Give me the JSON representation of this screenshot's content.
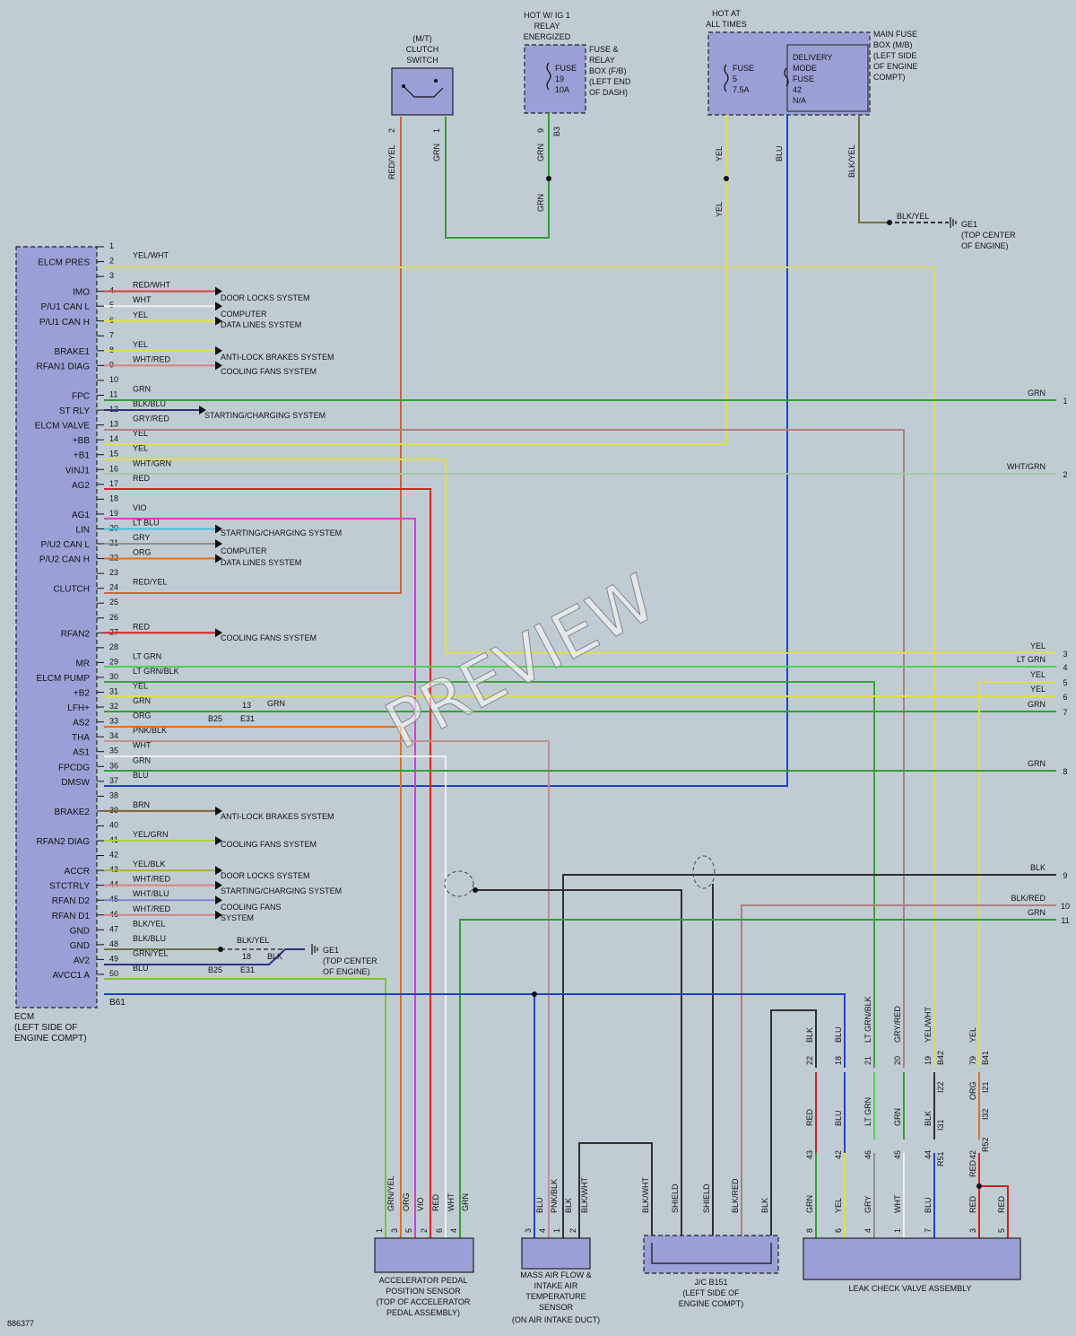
{
  "diagram_id": "886377",
  "watermark": "PREVIEW",
  "ecm": {
    "label": [
      "ECM",
      "(LEFT SIDE OF",
      "ENGINE COMPT)"
    ],
    "connector": "B61",
    "pins": [
      {
        "pin": "1",
        "name": "",
        "wire": "",
        "color": "#c0ccd4"
      },
      {
        "pin": "2",
        "name": "ELCM PRES",
        "wire": "YEL/WHT",
        "color": "#d8d870"
      },
      {
        "pin": "3",
        "name": "",
        "wire": "",
        "color": "#c0ccd4"
      },
      {
        "pin": "4",
        "name": "IMO",
        "wire": "RED/WHT",
        "color": "#d84040"
      },
      {
        "pin": "5",
        "name": "P/U1 CAN L",
        "wire": "WHT",
        "color": "#f0f0f0"
      },
      {
        "pin": "6",
        "name": "P/U1 CAN H",
        "wire": "YEL",
        "color": "#e0e040"
      },
      {
        "pin": "7",
        "name": "",
        "wire": "",
        "color": "#c0ccd4"
      },
      {
        "pin": "8",
        "name": "BRAKE1",
        "wire": "YEL",
        "color": "#e0e040"
      },
      {
        "pin": "9",
        "name": "RFAN1 DIAG",
        "wire": "WHT/RED",
        "color": "#d88080"
      },
      {
        "pin": "10",
        "name": "",
        "wire": "",
        "color": "#c0ccd4"
      },
      {
        "pin": "11",
        "name": "FPC",
        "wire": "GRN",
        "color": "#30a030"
      },
      {
        "pin": "12",
        "name": "ST RLY",
        "wire": "BLK/BLU",
        "color": "#303080"
      },
      {
        "pin": "13",
        "name": "ELCM VALVE",
        "wire": "GRY/RED",
        "color": "#b08080"
      },
      {
        "pin": "14",
        "name": "+BB",
        "wire": "YEL",
        "color": "#e0e040"
      },
      {
        "pin": "15",
        "name": "+B1",
        "wire": "YEL",
        "color": "#e0e040"
      },
      {
        "pin": "16",
        "name": "VINJ1",
        "wire": "WHT/GRN",
        "color": "#a8c8a8"
      },
      {
        "pin": "17",
        "name": "AG2",
        "wire": "RED",
        "color": "#e02020"
      },
      {
        "pin": "18",
        "name": "",
        "wire": "",
        "color": "#c0ccd4"
      },
      {
        "pin": "19",
        "name": "AG1",
        "wire": "VIO",
        "color": "#d040d0"
      },
      {
        "pin": "20",
        "name": "LIN",
        "wire": "LT BLU",
        "color": "#40c0e0"
      },
      {
        "pin": "21",
        "name": "P/U2 CAN L",
        "wire": "GRY",
        "color": "#909090"
      },
      {
        "pin": "22",
        "name": "P/U2 CAN H",
        "wire": "ORG",
        "color": "#e07020"
      },
      {
        "pin": "23",
        "name": "",
        "wire": "",
        "color": "#c0ccd4"
      },
      {
        "pin": "24",
        "name": "CLUTCH",
        "wire": "RED/YEL",
        "color": "#d06040"
      },
      {
        "pin": "25",
        "name": "",
        "wire": "",
        "color": "#c0ccd4"
      },
      {
        "pin": "26",
        "name": "",
        "wire": "",
        "color": "#c0ccd4"
      },
      {
        "pin": "27",
        "name": "RFAN2",
        "wire": "RED",
        "color": "#e02020"
      },
      {
        "pin": "28",
        "name": "",
        "wire": "",
        "color": "#c0ccd4"
      },
      {
        "pin": "29",
        "name": "MR",
        "wire": "LT GRN",
        "color": "#50d050"
      },
      {
        "pin": "30",
        "name": "ELCM PUMP",
        "wire": "LT GRN/BLK",
        "color": "#40a040"
      },
      {
        "pin": "31",
        "name": "+B2",
        "wire": "YEL",
        "color": "#e0e040"
      },
      {
        "pin": "32",
        "name": "LFH+",
        "wire": "GRN",
        "color": "#30a030"
      },
      {
        "pin": "33",
        "name": "AS2",
        "wire": "ORG",
        "color": "#e07020"
      },
      {
        "pin": "34",
        "name": "THA",
        "wire": "PNK/BLK",
        "color": "#c09090"
      },
      {
        "pin": "35",
        "name": "AS1",
        "wire": "WHT",
        "color": "#f0f0f0"
      },
      {
        "pin": "36",
        "name": "FPCDG",
        "wire": "GRN",
        "color": "#30a030"
      },
      {
        "pin": "37",
        "name": "DMSW",
        "wire": "BLU",
        "color": "#2040d0"
      },
      {
        "pin": "38",
        "name": "",
        "wire": "",
        "color": "#c0ccd4"
      },
      {
        "pin": "39",
        "name": "BRAKE2",
        "wire": "BRN",
        "color": "#806030"
      },
      {
        "pin": "40",
        "name": "",
        "wire": "",
        "color": "#c0ccd4"
      },
      {
        "pin": "41",
        "name": "RFAN2 DIAG",
        "wire": "YEL/GRN",
        "color": "#b0d040"
      },
      {
        "pin": "42",
        "name": "",
        "wire": "",
        "color": "#c0ccd4"
      },
      {
        "pin": "43",
        "name": "ACCR",
        "wire": "YEL/BLK",
        "color": "#b0b030"
      },
      {
        "pin": "44",
        "name": "STCTRLY",
        "wire": "WHT/RED",
        "color": "#d88080"
      },
      {
        "pin": "45",
        "name": "RFAN D2",
        "wire": "WHT/BLU",
        "color": "#8080d0"
      },
      {
        "pin": "46",
        "name": "RFAN D1",
        "wire": "WHT/RED",
        "color": "#d88080"
      },
      {
        "pin": "47",
        "name": "GND",
        "wire": "BLK/YEL",
        "color": "#707040"
      },
      {
        "pin": "48",
        "name": "GND",
        "wire": "BLK/BLU",
        "color": "#303080"
      },
      {
        "pin": "49",
        "name": "AV2",
        "wire": "GRN/YEL",
        "color": "#80c040"
      },
      {
        "pin": "50",
        "name": "AVCC1 A",
        "wire": "BLU",
        "color": "#2040d0"
      }
    ]
  },
  "systems": {
    "door_locks_1": "DOOR LOCKS SYSTEM",
    "computer_data_1": [
      "COMPUTER",
      "DATA LINES SYSTEM"
    ],
    "abs_1": "ANTI-LOCK BRAKES SYSTEM",
    "cooling_1": "COOLING FANS SYSTEM",
    "starting_1": "STARTING/CHARGING SYSTEM",
    "starting_2": "STARTING/CHARGING SYSTEM",
    "computer_data_2": [
      "COMPUTER",
      "DATA LINES SYSTEM"
    ],
    "cooling_2": "COOLING FANS SYSTEM",
    "abs_2": "ANTI-LOCK BRAKES SYSTEM",
    "cooling_3": "COOLING FANS SYSTEM",
    "door_locks_2": "DOOR LOCKS SYSTEM",
    "starting_3": "STARTING/CHARGING SYSTEM",
    "cooling_4": [
      "COOLING FANS",
      "SYSTEM"
    ]
  },
  "top": {
    "clutch_switch": [
      "(M/T)",
      "CLUTCH",
      "SWITCH"
    ],
    "relay_hot": [
      "HOT W/ IG 1",
      "RELAY",
      "ENERGIZED"
    ],
    "fuse19": [
      "FUSE",
      "19",
      "10A"
    ],
    "fb_box": [
      "FUSE &",
      "RELAY",
      "BOX (F/B)",
      "(LEFT END",
      "OF DASH)"
    ],
    "hot_all": [
      "HOT AT",
      "ALL TIMES"
    ],
    "fuse5": [
      "FUSE",
      "5",
      "7.5A"
    ],
    "fuse42": [
      "DELIVERY",
      "MODE",
      "FUSE",
      "42",
      "N/A"
    ],
    "mb_box": [
      "MAIN FUSE",
      "BOX (M/B)",
      "(LEFT SIDE",
      "OF ENGINE",
      "COMPT)"
    ],
    "ge1": [
      "GE1",
      "(TOP CENTER",
      "OF ENGINE)"
    ],
    "wire_labels": {
      "redyel": "RED/YEL",
      "grn": "GRN",
      "b3": "B3",
      "yel": "YEL",
      "blu": "BLU",
      "blkyel": "BLK/YEL",
      "pin1": "1",
      "pin2": "2",
      "pin9": "9"
    }
  },
  "right_terms": [
    {
      "n": "1",
      "label": "GRN"
    },
    {
      "n": "2",
      "label": "WHT/GRN"
    },
    {
      "n": "3",
      "label": "YEL"
    },
    {
      "n": "4",
      "label": "LT GRN"
    },
    {
      "n": "5",
      "label": "YEL"
    },
    {
      "n": "6",
      "label": "YEL"
    },
    {
      "n": "7",
      "label": "GRN"
    },
    {
      "n": "8",
      "label": "GRN"
    },
    {
      "n": "9",
      "label": "BLK"
    },
    {
      "n": "10",
      "label": "BLK/RED"
    },
    {
      "n": "11",
      "label": "GRN"
    }
  ],
  "splice": {
    "b25": "B25",
    "e31": "E31",
    "n13": "13",
    "grn": "GRN",
    "n18": "18",
    "blk": "BLK",
    "blkyel": "BLK/YEL"
  },
  "components": {
    "accel": [
      "ACCELERATOR PEDAL",
      "POSITION SENSOR",
      "(TOP OF ACCELERATOR",
      "PEDAL ASSEMBLY)"
    ],
    "maf": [
      "MASS AIR FLOW &",
      "INTAKE AIR",
      "TEMPERATURE",
      "SENSOR",
      "(ON AIR INTAKE DUCT)"
    ],
    "jc": [
      "J/C B151",
      "(LEFT SIDE OF",
      "ENGINE COMPT)"
    ],
    "leak": "LEAK CHECK VALVE ASSEMBLY"
  },
  "accel_pins": [
    {
      "pin": "1",
      "wire": "GRN/YEL"
    },
    {
      "pin": "3",
      "wire": "ORG"
    },
    {
      "pin": "5",
      "wire": "VIO"
    },
    {
      "pin": "2",
      "wire": "RED"
    },
    {
      "pin": "6",
      "wire": "WHT"
    },
    {
      "pin": "4",
      "wire": "GRN"
    }
  ],
  "maf_pins": [
    {
      "pin": "3",
      "wire": "BLU"
    },
    {
      "pin": "4",
      "wire": "PNK/BLK"
    },
    {
      "pin": "1",
      "wire": "BLK"
    },
    {
      "pin": "2",
      "wire": "BLK/WHT"
    }
  ],
  "jc_wires": [
    "BLK/WHT",
    "SHIELD",
    "SHIELD",
    "BLK/RED",
    "BLK"
  ],
  "leak_upper": [
    {
      "pin": "22",
      "wire": "BLK"
    },
    {
      "pin": "18",
      "wire": "BLU"
    },
    {
      "pin": "21",
      "wire": "LT GRN/BLK"
    },
    {
      "pin": "20",
      "wire": "GRY/RED"
    },
    {
      "pin": "19",
      "wire": "YEL/WHT"
    },
    {
      "pin": "79",
      "wire": "YEL"
    }
  ],
  "leak_conn_upper": [
    "B42",
    "B41"
  ],
  "leak_conn_mid": [
    "I22",
    "I21",
    "I31",
    "I32",
    "R51",
    "R52"
  ],
  "leak_mid_wires": [
    "RED",
    "BLU",
    "LT GRN",
    "GRN",
    "BLK",
    "ORG",
    "RED"
  ],
  "leak_mid_pins": [
    "43",
    "42",
    "46",
    "45",
    "44",
    "42"
  ],
  "leak_lower": [
    {
      "pin": "8",
      "wire": "GRN"
    },
    {
      "pin": "6",
      "wire": "YEL"
    },
    {
      "pin": "4",
      "wire": "GRY"
    },
    {
      "pin": "1",
      "wire": "WHT"
    },
    {
      "pin": "7",
      "wire": "BLU"
    },
    {
      "pin": "3",
      "wire": "RED"
    },
    {
      "pin": "5",
      "wire": "RED"
    }
  ]
}
